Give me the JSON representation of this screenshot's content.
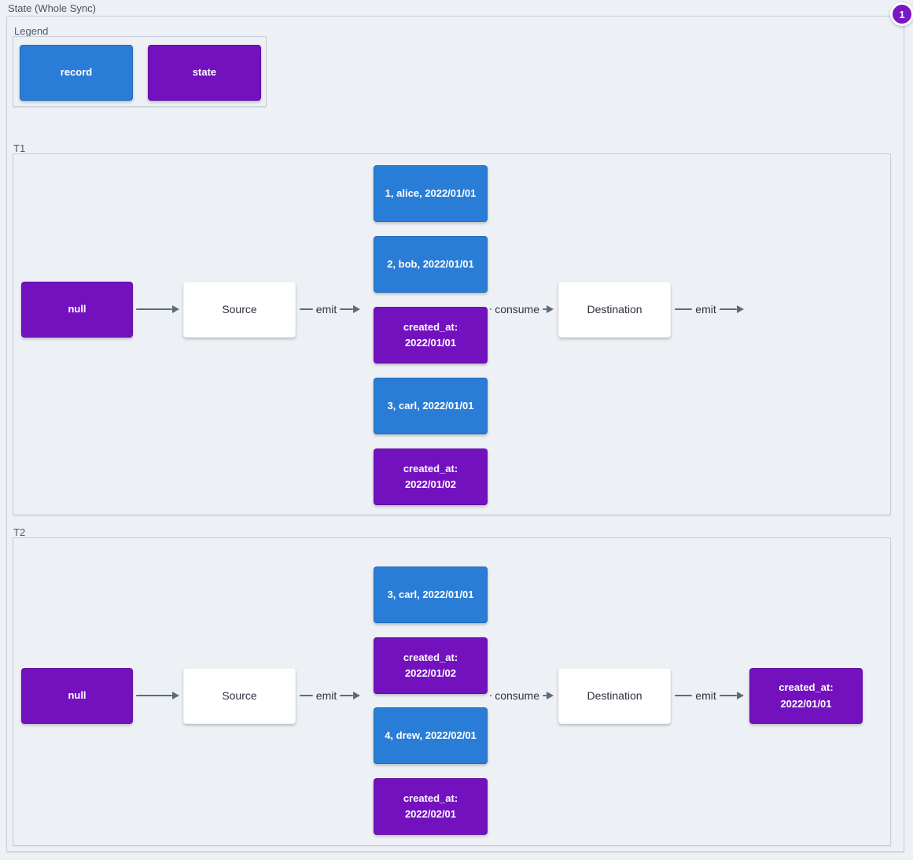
{
  "page": {
    "title": "State (Whole Sync)",
    "badge": "1"
  },
  "colors": {
    "record": "#2a7dd6",
    "state": "#7411bf",
    "background": "#edf0f5",
    "edge": "#5c6b7c",
    "frame_border": "#c5ced8"
  },
  "legend": {
    "label": "Legend",
    "items": [
      {
        "label": "record",
        "type": "record"
      },
      {
        "label": "state",
        "type": "state"
      }
    ]
  },
  "groups": [
    {
      "label": "T1",
      "start": {
        "label": "null",
        "type": "state"
      },
      "source_label": "Source",
      "emit_label": "emit",
      "records": [
        {
          "label": "1, alice, 2022/01/01",
          "type": "record"
        },
        {
          "label": "2, bob, 2022/01/01",
          "type": "record"
        },
        {
          "label": "created_at: 2022/01/01",
          "type": "state"
        },
        {
          "label": "3, carl, 2022/01/01",
          "type": "record"
        },
        {
          "label": "created_at: 2022/01/02",
          "type": "state"
        }
      ],
      "consume_label": "consume",
      "destination_label": "Destination",
      "emit_out_label": "emit"
    },
    {
      "label": "T2",
      "start": {
        "label": "null",
        "type": "state"
      },
      "source_label": "Source",
      "emit_label": "emit",
      "records": [
        {
          "label": "3, carl, 2022/01/01",
          "type": "record"
        },
        {
          "label": "created_at: 2022/01/02",
          "type": "state"
        },
        {
          "label": "4, drew, 2022/02/01",
          "type": "record"
        },
        {
          "label": "created_at: 2022/02/01",
          "type": "state"
        }
      ],
      "consume_label": "consume",
      "destination_label": "Destination",
      "emit_out_label": "emit",
      "end": {
        "label": "created_at: 2022/01/01",
        "type": "state"
      }
    }
  ]
}
